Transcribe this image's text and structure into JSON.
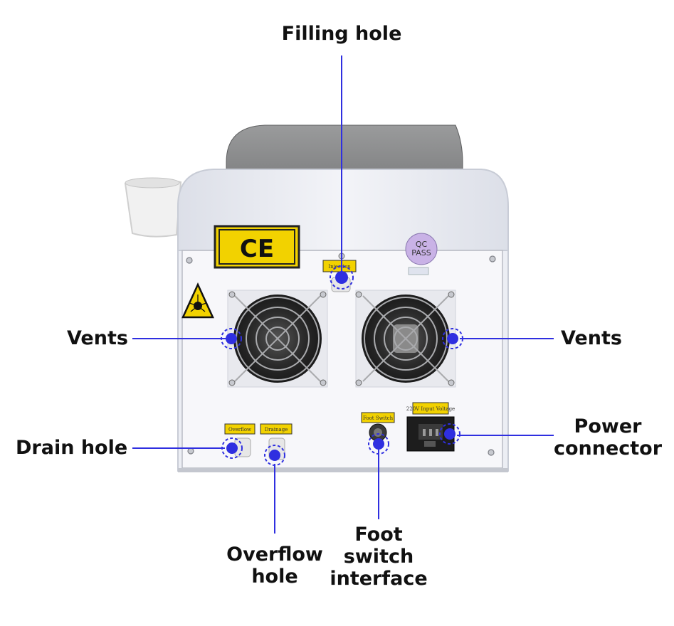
{
  "callouts": {
    "filling_hole": "Filling hole",
    "vents_left": "Vents",
    "vents_right": "Vents",
    "drain_hole": "Drain hole",
    "power_connector_line1": "Power",
    "power_connector_line2": "connector",
    "overflow_hole_line1": "Overflow",
    "overflow_hole_line2": "hole",
    "foot_switch_line1": "Foot",
    "foot_switch_line2": "switch",
    "foot_switch_line3": "interface"
  },
  "device_labels": {
    "ce_mark": "CE",
    "qc_line1": "QC",
    "qc_line2": "PASS",
    "injection": "Injection",
    "overflow": "Overflow",
    "drainage": "Drainage",
    "foot_switch": "Foot Switch",
    "input_voltage": "220V Input Voltage"
  },
  "colors": {
    "pointer_blue": "#2f2fe0",
    "ce_yellow": "#f2d200",
    "casing": "#eef0f6",
    "panel": "#f6f6f9",
    "lid": "#8e8f90",
    "fan": "#2a2a2a"
  }
}
